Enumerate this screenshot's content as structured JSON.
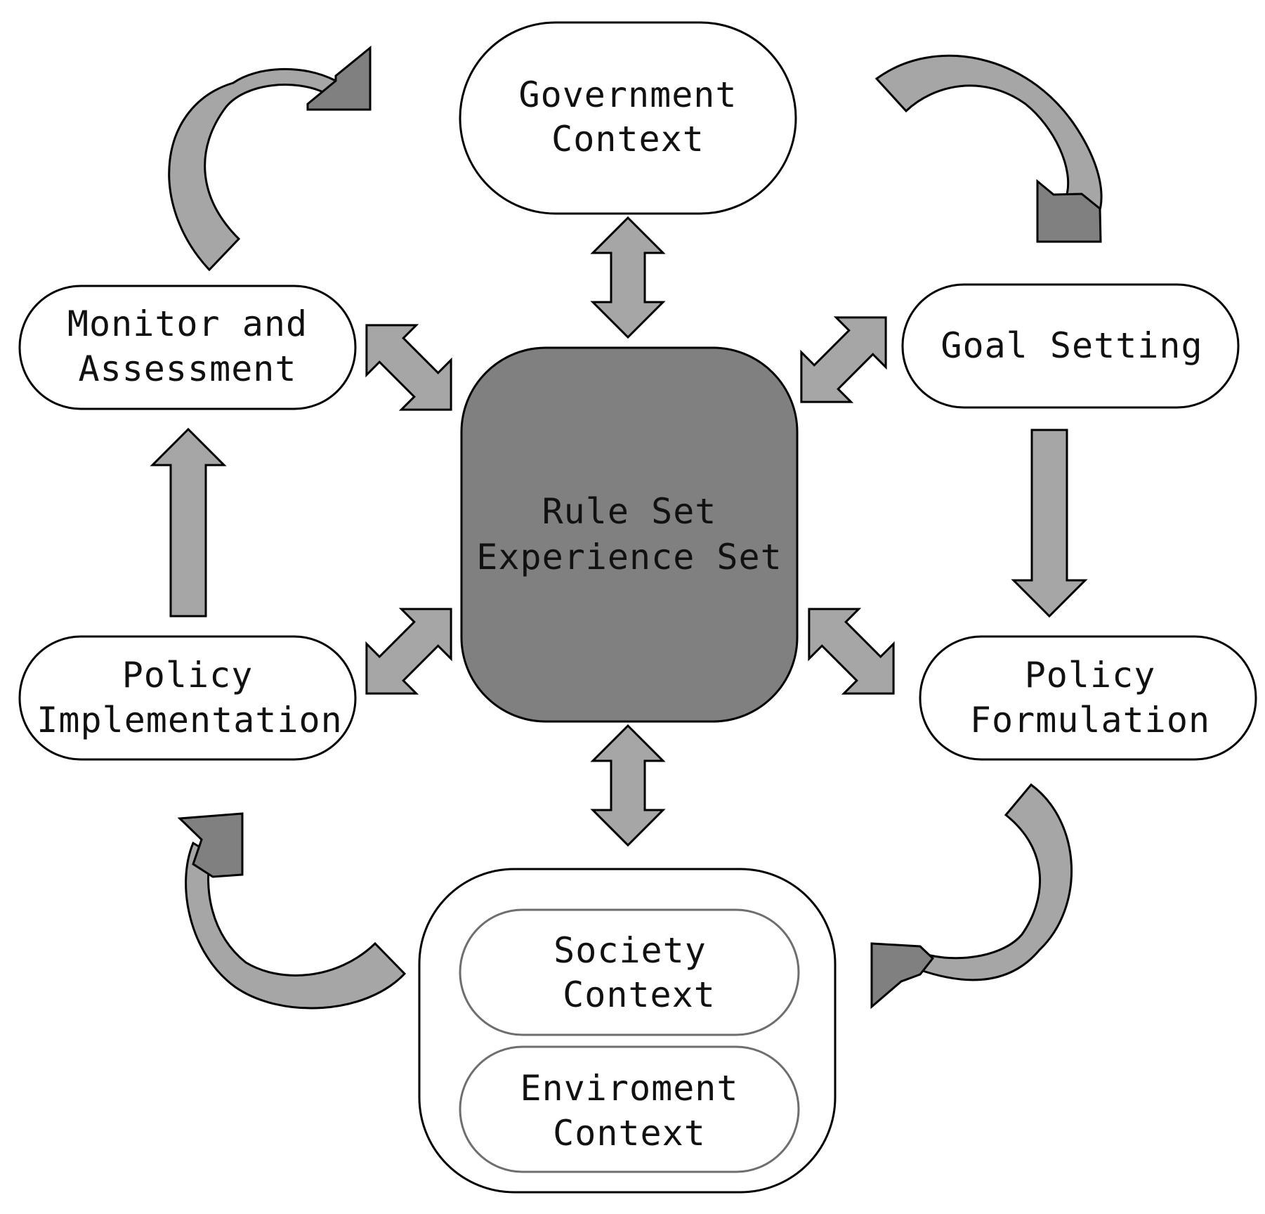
{
  "colors": {
    "background": "#ffffff",
    "outline": "#000000",
    "node_fill": "#ffffff",
    "center_fill": "#808080",
    "inner_outline": "#6e6e6e",
    "light_arrow": "#a6a6a6",
    "dark_arrow": "#808080",
    "text": "#111111"
  },
  "nodes": {
    "government": {
      "line1": "Government",
      "line2": "Context"
    },
    "goal": {
      "line1": "Goal Setting"
    },
    "monitor": {
      "line1": "Monitor and",
      "line2": "Assessment"
    },
    "formulation": {
      "line1": "Policy",
      "line2": "Formulation"
    },
    "implementation": {
      "line1": "Policy",
      "line2": "Implementation"
    },
    "center": {
      "line1": "Rule Set",
      "line2": "Experience Set"
    },
    "society": {
      "line1": "Society",
      "line2": "Context"
    },
    "environment": {
      "line1": "Enviroment",
      "line2": "Context"
    }
  }
}
